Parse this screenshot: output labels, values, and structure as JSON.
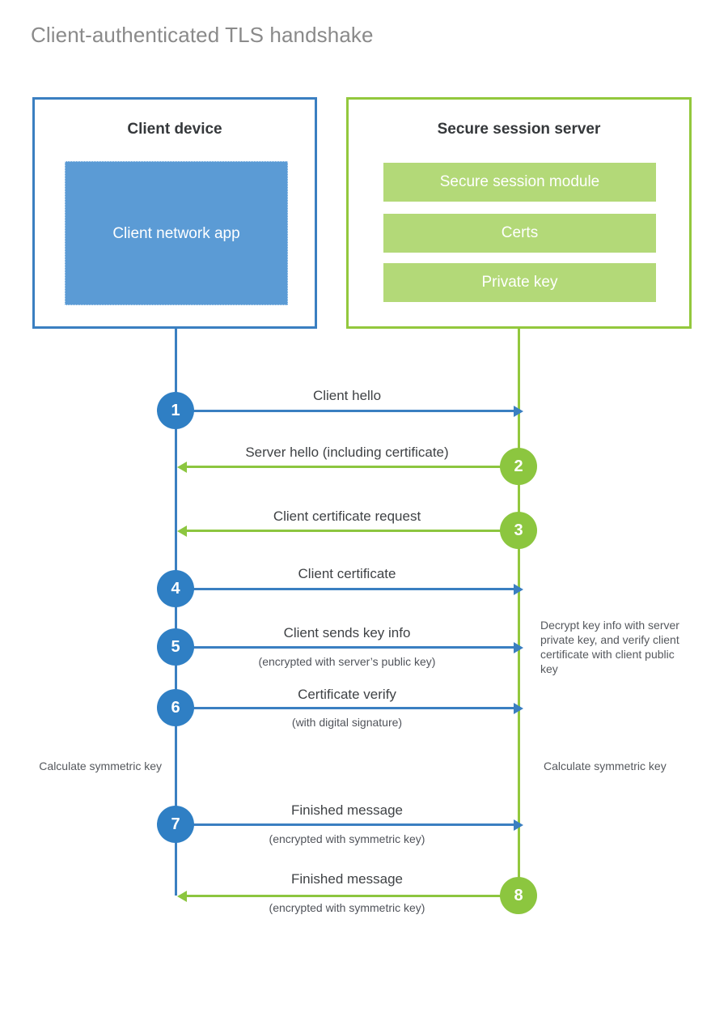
{
  "title": "Client-authenticated TLS handshake",
  "colors": {
    "client_blue": "#3a7fc1",
    "client_app_fill": "#5b9bd5",
    "client_circle": "#2f7fc4",
    "server_green": "#93c83d",
    "server_bar_fill": "#b3d978",
    "server_circle": "#8cc63f",
    "title_gray": "#8a8a8a",
    "text_dark": "#3f4245"
  },
  "client": {
    "title": "Client device",
    "app_label": "Client network app"
  },
  "server": {
    "title": "Secure session server",
    "modules": [
      "Secure session module",
      "Certs",
      "Private key"
    ]
  },
  "steps": [
    {
      "number": "1",
      "label": "Client hello",
      "sub": "",
      "direction": "client-to-server",
      "color": "blue"
    },
    {
      "number": "2",
      "label": "Server hello (including certificate)",
      "sub": "",
      "direction": "server-to-client",
      "color": "green"
    },
    {
      "number": "3",
      "label": "Client certificate request",
      "sub": "",
      "direction": "server-to-client",
      "color": "green"
    },
    {
      "number": "4",
      "label": "Client certificate",
      "sub": "",
      "direction": "client-to-server",
      "color": "blue"
    },
    {
      "number": "5",
      "label": "Client sends key info",
      "sub": "(encrypted with server’s public key)",
      "direction": "client-to-server",
      "color": "blue"
    },
    {
      "number": "6",
      "label": "Certificate verify",
      "sub": "(with digital signature)",
      "direction": "client-to-server",
      "color": "blue"
    },
    {
      "number": "7",
      "label": "Finished message",
      "sub": "(encrypted with symmetric key)",
      "direction": "client-to-server",
      "color": "blue"
    },
    {
      "number": "8",
      "label": "Finished message",
      "sub": "(encrypted with symmetric key)",
      "direction": "server-to-client",
      "color": "green"
    }
  ],
  "notes": {
    "server_decrypt": "Decrypt key info with server private key, and verify client certificate with client public key",
    "client_calculate": "Calculate symmetric key",
    "server_calculate": "Calculate symmetric key"
  }
}
